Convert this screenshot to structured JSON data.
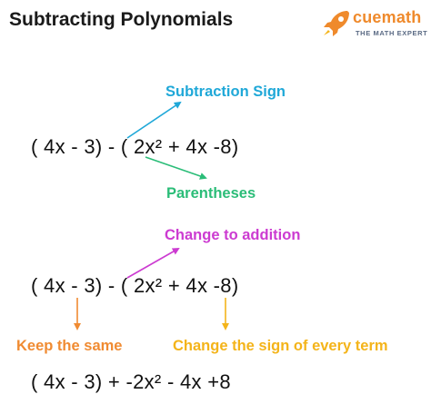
{
  "title": "Subtracting Polynomials",
  "brand": {
    "name": "cuemath",
    "tagline": "THE MATH EXPERT",
    "logo_icon": "rocket-icon",
    "color": "#ef8a2c"
  },
  "step1": {
    "expression": "( 4x - 3)  -  ( 2x² + 4x -8)",
    "label_sign": "Subtraction Sign",
    "label_parentheses": "Parentheses"
  },
  "step2": {
    "expression": "( 4x - 3)  -  ( 2x² + 4x -8)",
    "label_change": "Change to addition",
    "label_keep": "Keep the same",
    "label_change_sign": "Change the sign of every term"
  },
  "step3": {
    "expression": "( 4x - 3)  +   -2x² - 4x +8"
  },
  "colors": {
    "blue": "#1fa8d8",
    "green": "#2bbd78",
    "magenta": "#cc3bd1",
    "orange": "#f08b32",
    "yellow": "#f4b41a"
  }
}
